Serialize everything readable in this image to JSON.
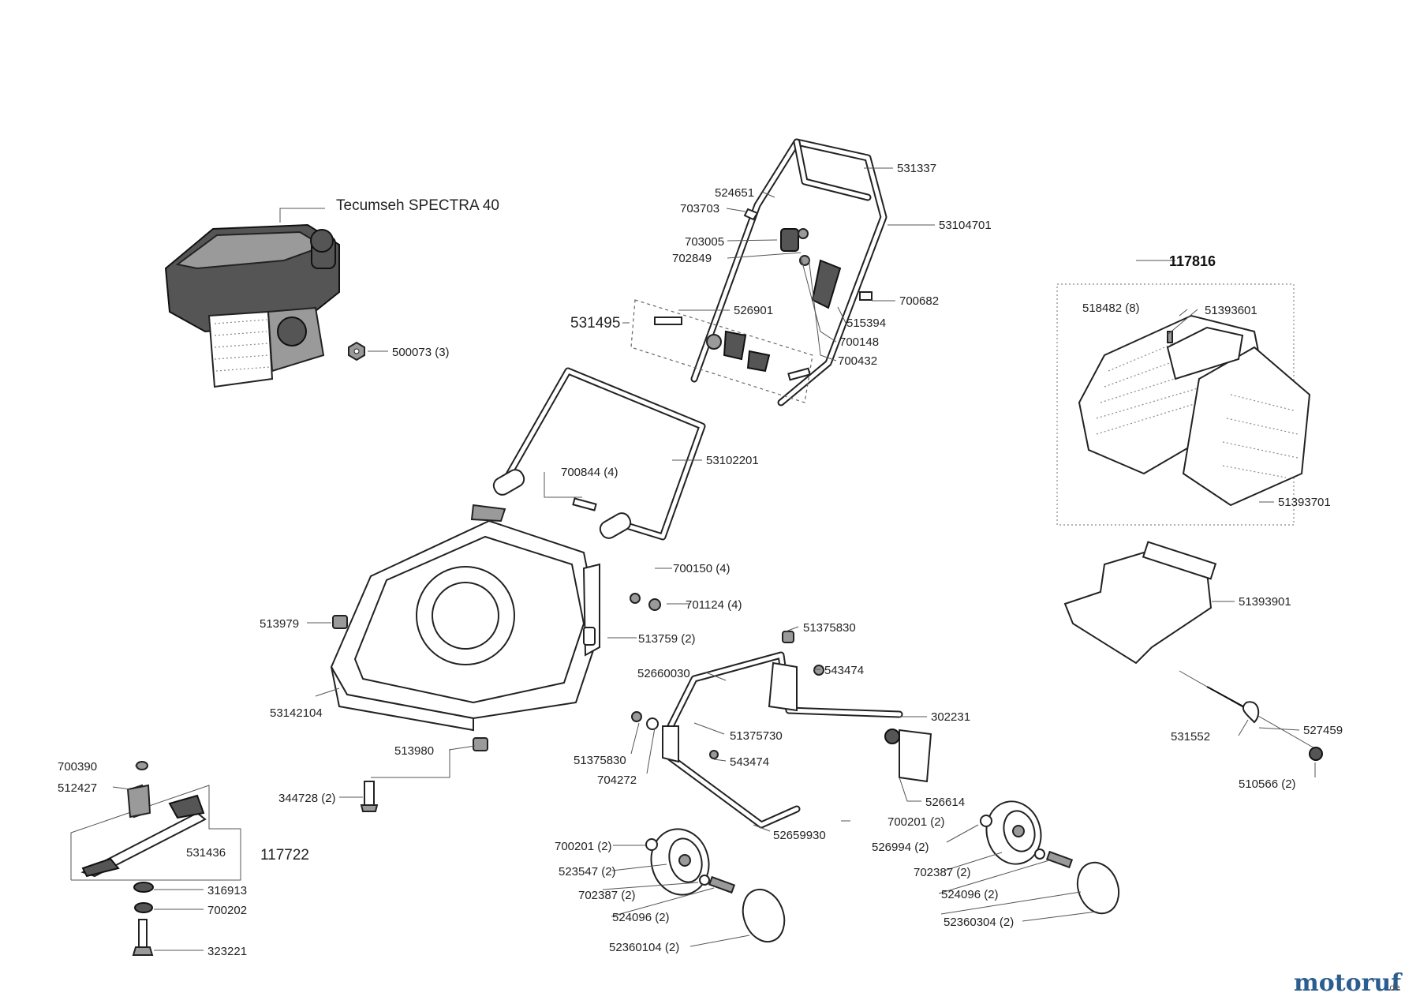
{
  "engine_label": "Tecumseh SPECTRA 40",
  "kit_label_bag": "117816",
  "kit_label_blade": "117722",
  "logo": {
    "name": "motoruf",
    "suffix": ".de"
  },
  "labels": {
    "p531337": "531337",
    "p524651": "524651",
    "p703703": "703703",
    "p53104701": "53104701",
    "p703005": "703005",
    "p702849": "702849",
    "p700682": "700682",
    "p515394": "515394",
    "p526901": "526901",
    "p531495": "531495",
    "p700148": "700148",
    "p700432": "700432",
    "p500073": "500073 (3)",
    "p53102201": "53102201",
    "p700844": "700844 (4)",
    "p700150": "700150 (4)",
    "p701124": "701124 (4)",
    "p513979": "513979",
    "p513759": "513759 (2)",
    "p51375830a": "51375830",
    "p543474a": "543474",
    "p52660030": "52660030",
    "p53142104": "53142104",
    "p302231": "302231",
    "p51375730": "51375730",
    "p51375830b": "51375830",
    "p704272": "704272",
    "p543474b": "543474",
    "p513980": "513980",
    "p700390": "700390",
    "p512427": "512427",
    "p344728": "344728 (2)",
    "p526614": "526614",
    "p531436": "531436",
    "p52659930": "52659930",
    "p700201a": "700201 (2)",
    "p526994": "526994 (2)",
    "p700201b": "700201 (2)",
    "p523547": "523547 (2)",
    "p702387a": "702387 (2)",
    "p316913": "316913",
    "p700202": "700202",
    "p524096a": "524096 (2)",
    "p702387b": "702387 (2)",
    "p524096b": "524096 (2)",
    "p323221": "323221",
    "p52360104": "52360104 (2)",
    "p52360304": "52360304 (2)",
    "p518482": "518482 (8)",
    "p51393601": "51393601",
    "p51393701": "51393701",
    "p51393901": "51393901",
    "p531552": "531552",
    "p527459": "527459",
    "p510566": "510566 (2)"
  }
}
